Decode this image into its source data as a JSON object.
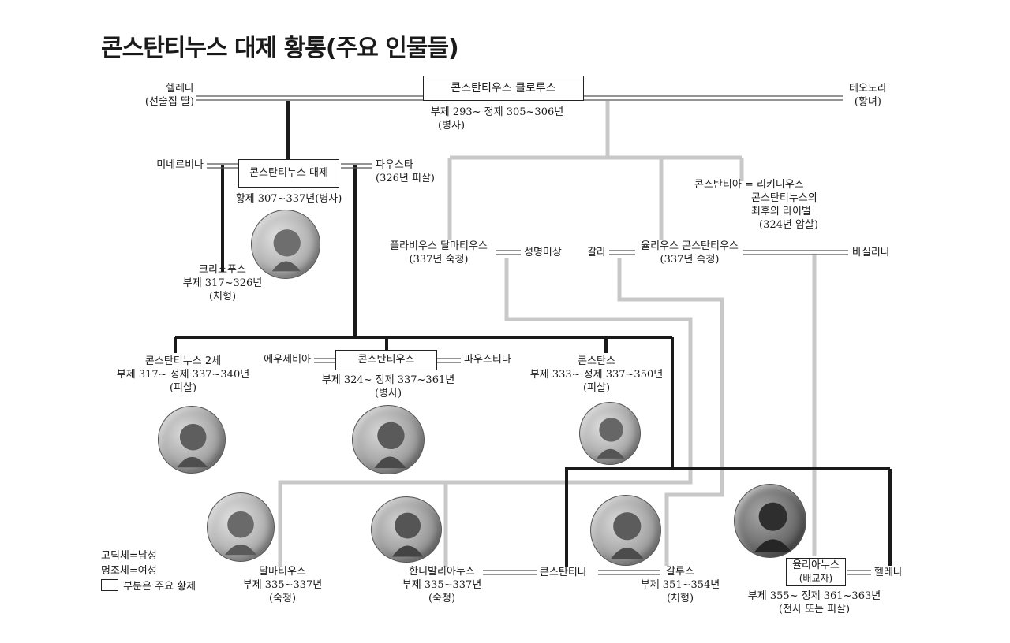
{
  "title": "콘스탄티누스 대제 황통(주요 인물들)",
  "people": {
    "constantius_chlorus": {
      "name": "콘스탄티우스 클로루스",
      "line1": "부제 293~    정제 305~306년",
      "line2": "(병사)"
    },
    "helena_top": {
      "name": "헬레나",
      "line2": "(선술집 딸)"
    },
    "theodora": {
      "name": "테오도라",
      "line2": "(황녀)"
    },
    "minervina": {
      "name": "미네르비나"
    },
    "constantine": {
      "name": "콘스탄티누스 대제",
      "line1": "황제 307~337년(병사)"
    },
    "fausta": {
      "name": "파우스타",
      "line2": "(326년 피살)"
    },
    "constantia_licinius": {
      "line1": "콘스탄티아 = 리키니우스",
      "line2": "콘스탄티누스의",
      "line3": "최후의 라이벌",
      "line4": "(324년 암살)"
    },
    "crispus": {
      "name": "크리스푸스",
      "line1": "부제 317~326년",
      "line2": "(처형)"
    },
    "dalmatius_flavius": {
      "name": "플라비우스 달마티우스",
      "line2": "(337년 숙청)"
    },
    "unknown_wife": {
      "name": "성명미상"
    },
    "galla": {
      "name": "갈라"
    },
    "julius_constantius": {
      "name": "율리우스 콘스탄티우스",
      "line2": "(337년 숙청)"
    },
    "basilina": {
      "name": "바실리나"
    },
    "constantine2": {
      "name": "콘스탄티누스 2세",
      "line1": "부제 317~    정제 337~340년",
      "line2": "(피살)"
    },
    "eusebia": {
      "name": "에우세비아"
    },
    "constantius2": {
      "name": "콘스탄티우스",
      "line1": "부제 324~    정제 337~361년",
      "line2": "(병사)"
    },
    "faustina": {
      "name": "파우스티나"
    },
    "constans": {
      "name": "콘스탄스",
      "line1": "부제 333~    정제 337~350년",
      "line2": "(피살)"
    },
    "dalmatius": {
      "name": "달마티우스",
      "line1": "부제 335~337년",
      "line2": "(숙청)"
    },
    "hannibalianus": {
      "name": "한니발리아누스",
      "line1": "부제 335~337년",
      "line2": "(숙청)"
    },
    "constantina": {
      "name": "콘스탄티나"
    },
    "gallus": {
      "name": "갈루스",
      "line1": "부제 351~354년",
      "line2": "(처형)"
    },
    "julian": {
      "name": "율리아누스",
      "sub": "(배교자)",
      "line1": "부제 355~    정제 361~363년",
      "line2": "(전사 또는 피살)"
    },
    "helena_bottom": {
      "name": "헬레나"
    }
  },
  "legend": {
    "gothic": "고딕체=남성",
    "myeongjo": "명조체=여성",
    "box": "부분은 주요 황제"
  },
  "colors": {
    "bloodline": "#1a1a1a",
    "other_line": "#c8c8c8",
    "marriage": "#555555"
  }
}
